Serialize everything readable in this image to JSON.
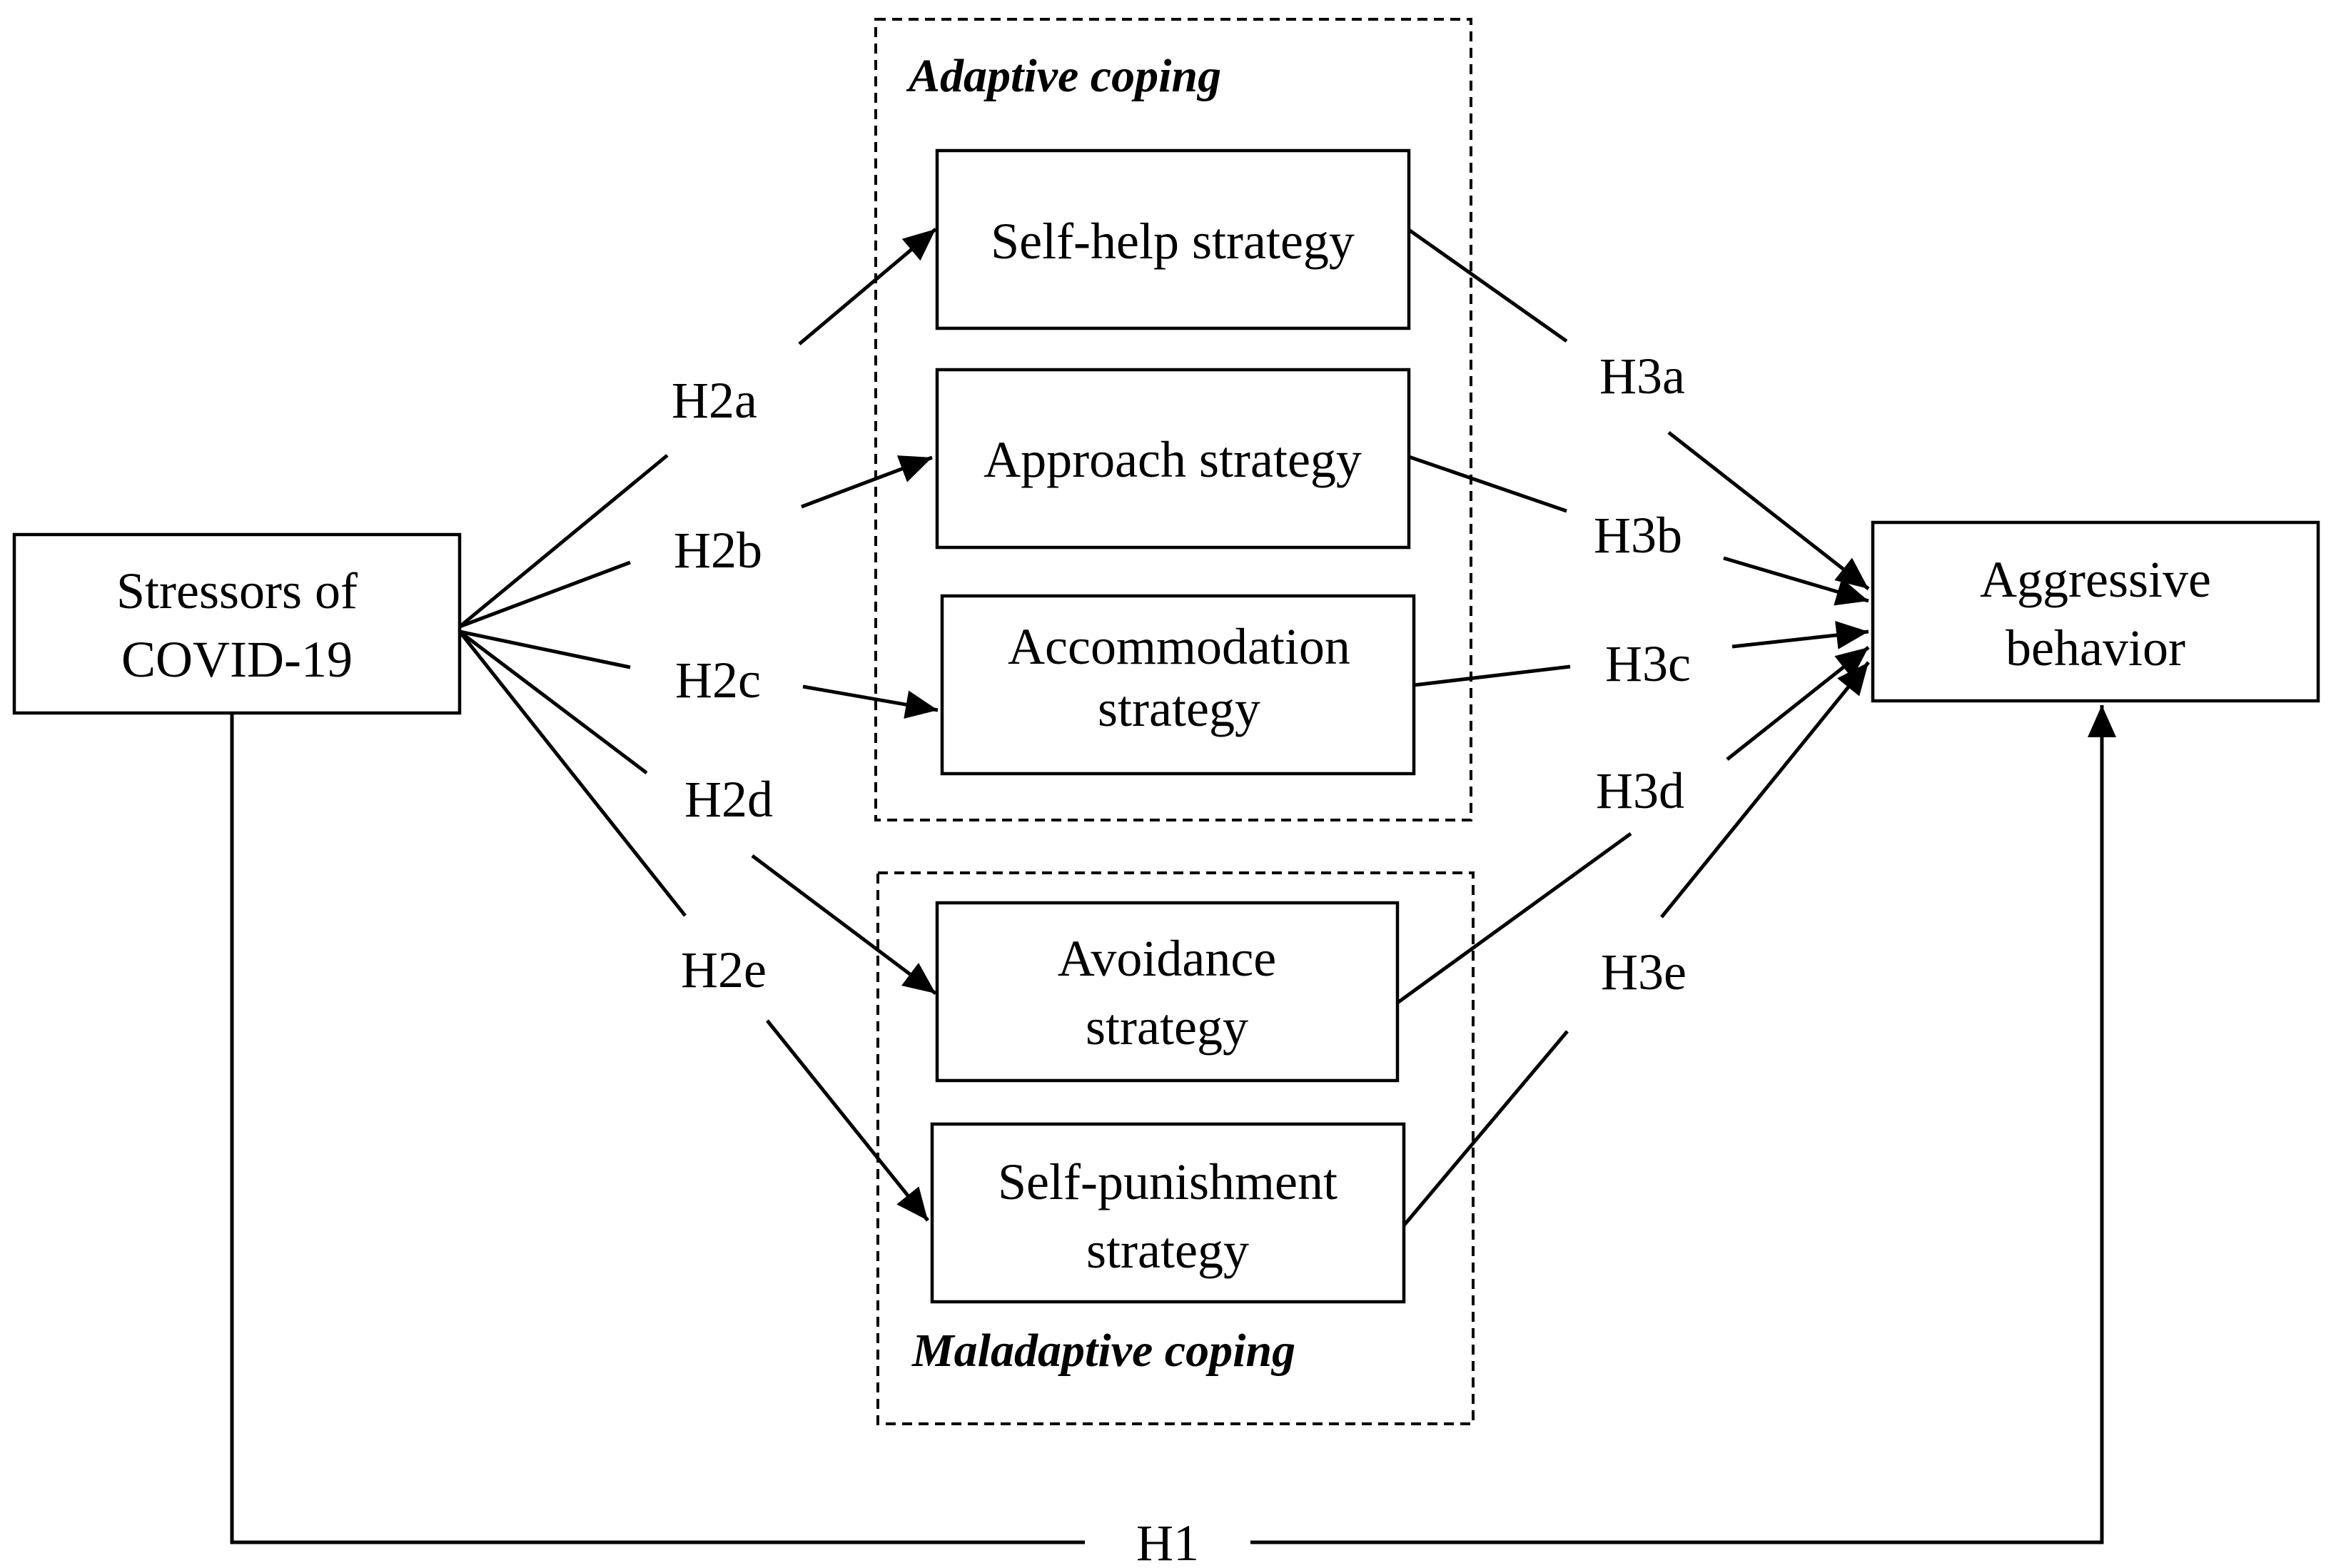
{
  "groups": {
    "adaptive": "Adaptive coping",
    "maladaptive": "Maladaptive coping"
  },
  "nodes": {
    "stressors": [
      "Stressors of",
      "COVID-19"
    ],
    "self_help": "Self-help strategy",
    "approach": "Approach strategy",
    "accommodation": [
      "Accommodation",
      "strategy"
    ],
    "avoidance": [
      "Avoidance",
      "strategy"
    ],
    "self_punishment": [
      "Self-punishment",
      "strategy"
    ],
    "aggressive": [
      "Aggressive",
      "behavior"
    ]
  },
  "hypotheses": {
    "h1": "H1",
    "h2a": "H2a",
    "h2b": "H2b",
    "h2c": "H2c",
    "h2d": "H2d",
    "h2e": "H2e",
    "h3a": "H3a",
    "h3b": "H3b",
    "h3c": "H3c",
    "h3d": "H3d",
    "h3e": "H3e"
  }
}
